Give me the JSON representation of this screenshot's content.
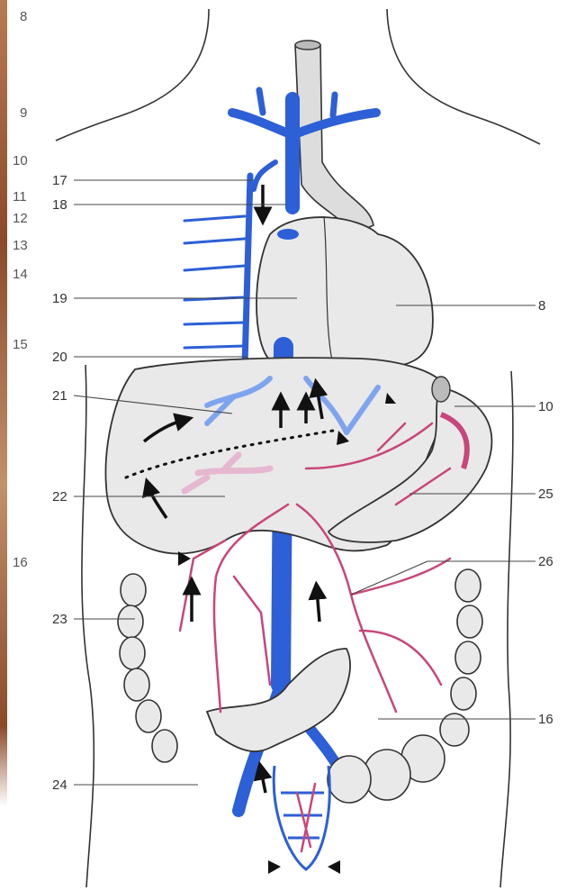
{
  "scale_numbers": [
    "8",
    "9",
    "10",
    "11",
    "12",
    "13",
    "14",
    "15",
    "16"
  ],
  "labels_left": [
    "17",
    "18",
    "19",
    "20",
    "21",
    "22",
    "23",
    "24"
  ],
  "labels_right": [
    "8",
    "10",
    "25",
    "26",
    "16"
  ],
  "colors": {
    "vein": "#2d5fd6",
    "artery": "#c8467a",
    "organ_fill": "#e9e9e9",
    "outline": "#333333",
    "arrow": "#111111"
  }
}
